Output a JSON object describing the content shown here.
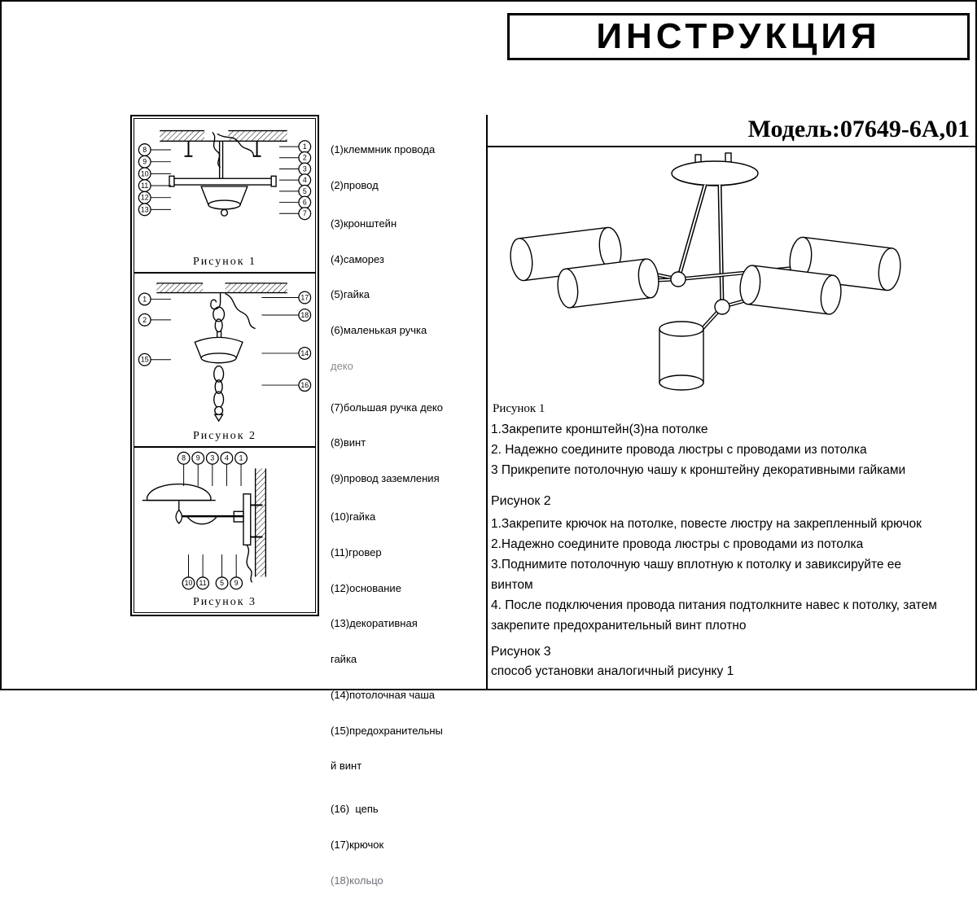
{
  "page": {
    "title": "ИНСТРУКЦИЯ",
    "model": "Модель:07649-6А,01"
  },
  "colors": {
    "ink": "#000000",
    "muted_text": "#8b8b8b"
  },
  "figures": {
    "fig1": {
      "caption": "Рисунок 1",
      "left": [
        "8",
        "9",
        "10",
        "11",
        "12",
        "13"
      ],
      "right": [
        "1",
        "2",
        "3",
        "4",
        "5",
        "6",
        "7"
      ]
    },
    "fig2": {
      "caption": "Рисунок 2",
      "left": [
        "1",
        "2",
        "15"
      ],
      "right": [
        "17",
        "18",
        "14",
        "16"
      ]
    },
    "fig3": {
      "caption": "Рисунок 3",
      "top": [
        "8",
        "9",
        "3",
        "4",
        "1"
      ],
      "bottom": [
        "10",
        "11",
        "5",
        "9"
      ]
    }
  },
  "parts": {
    "lines": [
      "(1)клеммник провода",
      "(2)провод",
      "(3)кронштейн",
      "(4)саморез",
      "(5)гайка",
      "(6)маленькая ручка",
      "деко",
      "(7)большая ручка деко",
      "(8)винт",
      "(9)провод заземления",
      "(10)гайка",
      "(11)гровер",
      "(12)основание",
      "(13)декоративная",
      "гайка",
      "(14)потолочная чаша",
      "(15)предохранительны",
      "й винт",
      "(16)  цепь",
      "(17)крючок",
      "(18)кольцо"
    ]
  },
  "instructions": {
    "fig1_heading": "Рисунок 1",
    "fig1_steps": [
      "1.Закрепите кронштейн(3)на потолке",
      "2. Надежно соедините провода люстры с проводами из потолка",
      "3 Прикрепите потолочную чашу к кронштейну декоративными гайками"
    ],
    "fig2_heading": "Рисунок 2",
    "fig2_steps": [
      "1.Закрепите крючок на потолке, повесте люстру на закрепленный крючок",
      "2.Надежно соедините провода люстры с проводами из потолка",
      "3.Поднимите потолочную чашу вплотную к потолку и завиксируйте ее",
      "винтом",
      "4. После подключения провода питания подтолкните навес к потолку, затем",
      "закрепите предохранительный винт плотно"
    ],
    "fig3_heading": "Рисунок 3",
    "fig3_note": "способ установки аналогичный рисунку 1"
  }
}
